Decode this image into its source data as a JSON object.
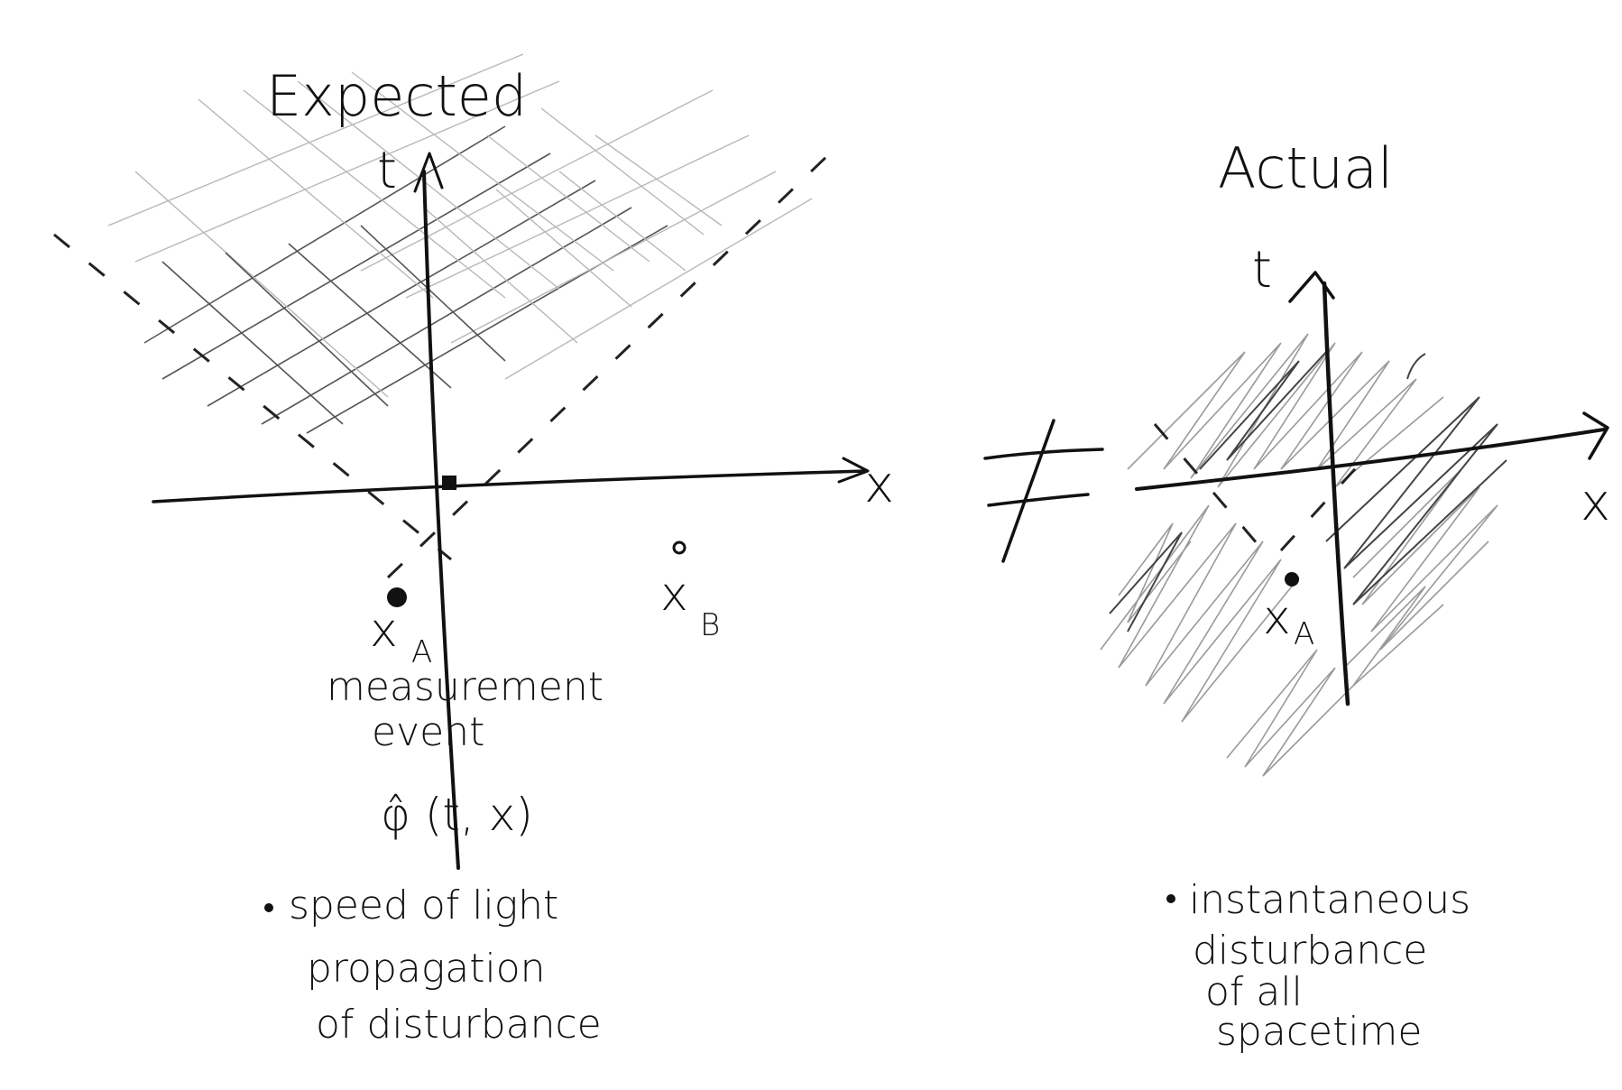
{
  "left_panel": {
    "title": "Expected",
    "t_axis_label": "t",
    "x_axis_label": "x",
    "event_a": {
      "label": "x",
      "subscript": "A"
    },
    "event_b": {
      "label": "x",
      "subscript": "B"
    },
    "event_caption_line1": "measurement",
    "event_caption_line2": "event",
    "field_operator": "φ̂ (t, x)",
    "note_lines": [
      "speed of light",
      "propagation",
      "of disturbance"
    ]
  },
  "not_equal_symbol": "≠",
  "right_panel": {
    "title": "Actual",
    "t_axis_label": "t",
    "x_axis_label": "x",
    "event_a": {
      "label": "x",
      "subscript": "A"
    },
    "note_lines": [
      "instantaneous",
      "disturbance",
      "of all",
      "spacetime"
    ]
  },
  "colors": {
    "ink": "#111111",
    "grid": "#b8b8b8",
    "shading": "#9a9a9a",
    "background": "#ffffff"
  }
}
